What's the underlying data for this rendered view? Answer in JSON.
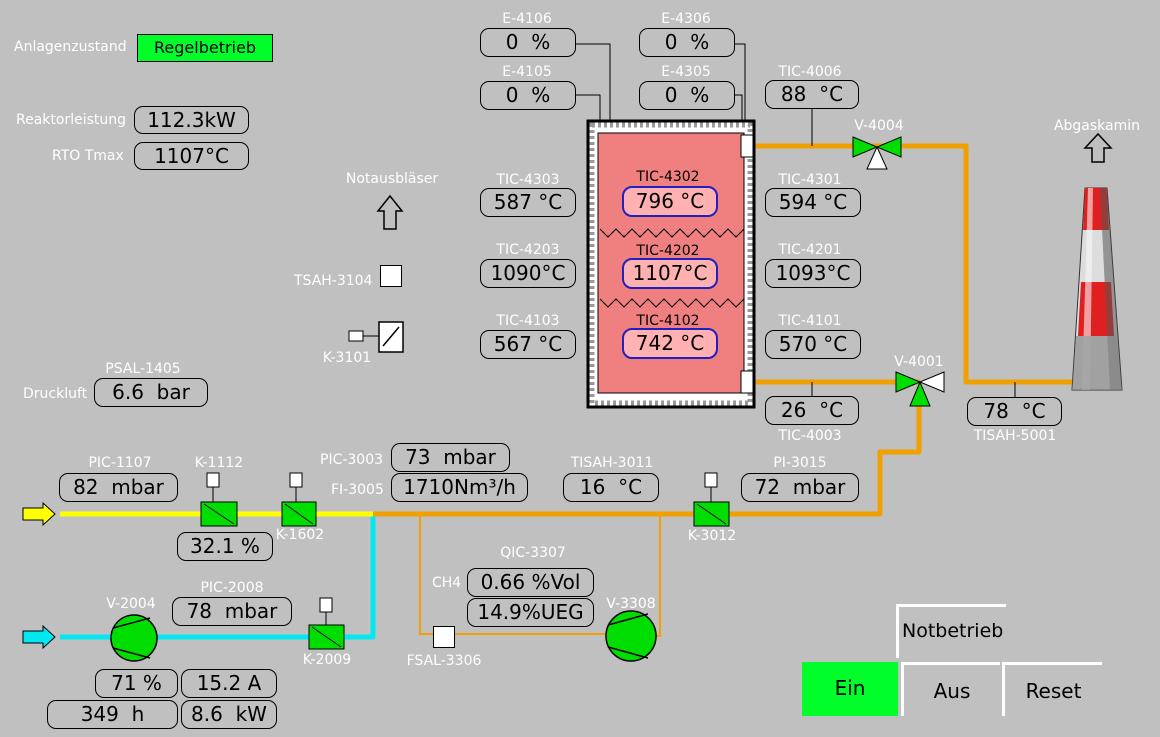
{
  "header": {
    "state_label": "Anlagenzustand",
    "state_value": "Regelbetrieb"
  },
  "reactor": {
    "power_label": "Reaktorleistung",
    "power_value": "112.3kW",
    "tmax_label": "RTO Tmax",
    "tmax_value": "1107°C"
  },
  "heaters": {
    "e4106": {
      "tag": "E-4106",
      "value": "0  %"
    },
    "e4306": {
      "tag": "E-4306",
      "value": "0  %"
    },
    "e4105": {
      "tag": "E-4105",
      "value": "0  %"
    },
    "e4305": {
      "tag": "E-4305",
      "value": "0  %"
    }
  },
  "temps": {
    "tic4006": {
      "tag": "TIC-4006",
      "value": "88  °C"
    },
    "tic4303": {
      "tag": "TIC-4303",
      "value": "587 °C"
    },
    "tic4302": {
      "tag": "TIC-4302",
      "value": "796 °C"
    },
    "tic4301": {
      "tag": "TIC-4301",
      "value": "594 °C"
    },
    "tic4203": {
      "tag": "TIC-4203",
      "value": "1090°C"
    },
    "tic4202": {
      "tag": "TIC-4202",
      "value": "1107°C"
    },
    "tic4201": {
      "tag": "TIC-4201",
      "value": "1093°C"
    },
    "tic4103": {
      "tag": "TIC-4103",
      "value": "567 °C"
    },
    "tic4102": {
      "tag": "TIC-4102",
      "value": "742 °C"
    },
    "tic4101": {
      "tag": "TIC-4101",
      "value": "570 °C"
    },
    "tic4003": {
      "tag": "TIC-4003",
      "value": "26  °C"
    },
    "tisah5001": {
      "tag": "TISAH-5001",
      "value": "78  °C"
    },
    "tisah3011": {
      "tag": "TISAH-3011",
      "value": "16  °C"
    }
  },
  "valves": {
    "v4004": "V-4004",
    "v4001": "V-4001",
    "v3308": "V-3308",
    "v2004": "V-2004"
  },
  "chimney_label": "Abgaskamin",
  "relief": {
    "label": "Notausbläser",
    "tsah": "TSAH-3104",
    "k3101": "K-3101"
  },
  "air": {
    "psal_tag": "PSAL-1405",
    "label": "Druckluft",
    "value": "6.6  bar"
  },
  "feed": {
    "pic1107": {
      "tag": "PIC-1107",
      "value": "82  mbar"
    },
    "k1112": "K-1112",
    "k1112_pos": "32.1 %",
    "k1602": "K-1602",
    "pic3003": {
      "tag": "PIC-3003",
      "value": "73  mbar"
    },
    "fi3005": {
      "tag": "FI-3005",
      "value": "1710Nm³/h"
    },
    "pi3015": {
      "tag": "PI-3015",
      "value": "72  mbar"
    },
    "k3012": "K-3012"
  },
  "gas": {
    "qic_tag": "QIC-3307",
    "ch4_label": "CH4",
    "vol_value": "0.66 %Vol",
    "ueg_value": "14.9%UEG",
    "fsal": "FSAL-3306"
  },
  "fan": {
    "pic2008": {
      "tag": "PIC-2008",
      "value": "78  mbar"
    },
    "k2009": "K-2009",
    "speed": "71 %",
    "current": "15.2 A",
    "hours": "349  h",
    "power": "8.6  kW"
  },
  "buttons": {
    "notbetrieb": "Notbetrieb",
    "ein": "Ein",
    "aus": "Aus",
    "reset": "Reset"
  },
  "colors": {
    "background": "#c0c0c0",
    "status_green": "#00ff2a",
    "pipe_yellow": "#ffff00",
    "pipe_orange": "#f0a000",
    "pipe_cyan": "#00e8f0",
    "reactor": "#f08080"
  }
}
